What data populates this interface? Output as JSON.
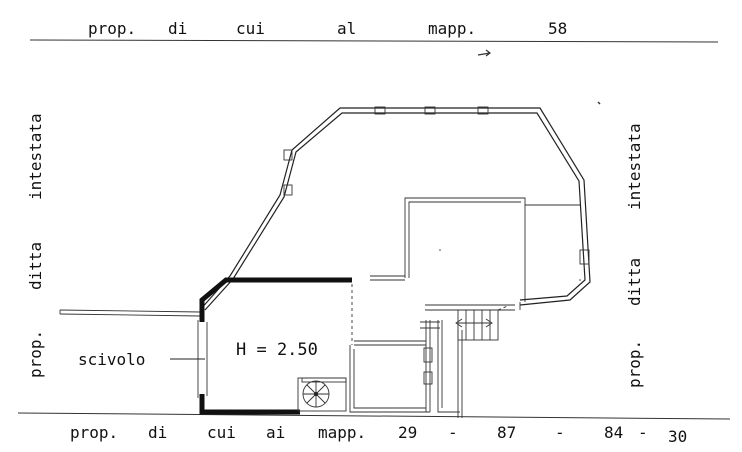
{
  "top_border": {
    "words": [
      "prop.",
      "di",
      "cui",
      "al",
      "mapp.",
      "58"
    ]
  },
  "bottom_border": {
    "words": [
      "prop.",
      "di",
      "cui",
      "ai",
      "mapp.",
      "29",
      "-",
      "87",
      "-",
      "84",
      "-",
      "30"
    ]
  },
  "left_border": {
    "words": [
      "prop.",
      "ditta",
      "intestata"
    ]
  },
  "right_border": {
    "words": [
      "prop.",
      "ditta",
      "intestata"
    ]
  },
  "labels": {
    "ramp": "scivolo",
    "height": "H = 2.50"
  }
}
